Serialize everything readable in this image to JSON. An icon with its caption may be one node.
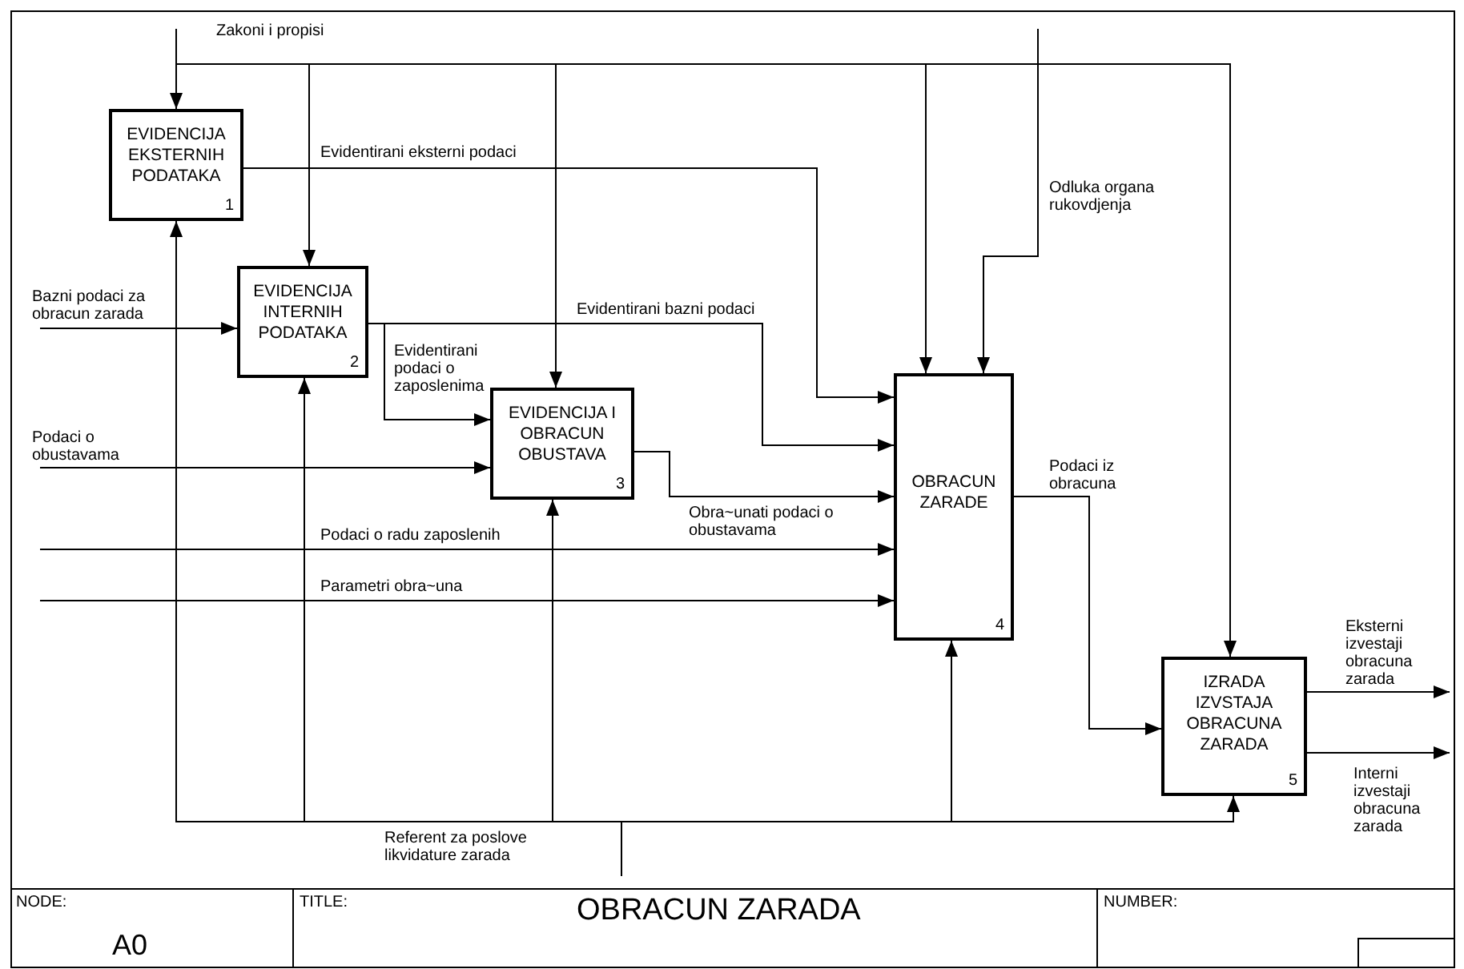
{
  "diagram": {
    "title": "OBRACUN ZARADA",
    "nodes": [
      {
        "text": [
          "EVIDENCIJA EKSTERNIH PODATAKA",
          "1"
        ]
      },
      {
        "text": [
          "EVIDENCIJA INTERNIH PODATAKA",
          "2"
        ]
      },
      {
        "text": [
          "EVIDENCIJA I OBRACUN OBUSTAVA",
          "3"
        ]
      },
      {
        "text": [
          "OBRACUN ZARADE",
          "4"
        ]
      },
      {
        "text": [
          "IZRADA IZVSTAJA OBRACUNA ZARADA",
          "5"
        ]
      }
    ],
    "edges": [
      {
        "from": null,
        "to": 0,
        "arrow": "to",
        "label": "Zakoni i propisi"
      },
      {
        "from": null,
        "to": 1,
        "arrow": "to"
      },
      {
        "from": null,
        "to": 2,
        "arrow": "to"
      },
      {
        "from": null,
        "to": 3,
        "arrow": "to"
      },
      {
        "from": null,
        "to": 4,
        "arrow": "to"
      },
      {
        "from": 0,
        "to": 3,
        "arrow": "to",
        "label": "Evidentirani eksterni podaci"
      },
      {
        "from": null,
        "to": 1,
        "arrow": "to",
        "label": "Bazni podaci za obracun zarada"
      },
      {
        "from": 1,
        "to": 3,
        "arrow": "to",
        "label": "Evidentirani bazni podaci"
      },
      {
        "from": 1,
        "to": 2,
        "arrow": "to",
        "label": "Evidentirani podaci o zaposlenima"
      },
      {
        "from": null,
        "to": 2,
        "arrow": "to",
        "label": "Podaci o obustavama"
      },
      {
        "from": 2,
        "to": 3,
        "arrow": "to",
        "label": "Obra~unati podaci o obustavama"
      },
      {
        "from": null,
        "to": 3,
        "arrow": "to",
        "label": "Podaci o radu zaposlenih"
      },
      {
        "from": null,
        "to": 3,
        "arrow": "to",
        "label": "Parametri obra~una"
      },
      {
        "from": null,
        "to": 3,
        "arrow": "to",
        "label": "Odluka organa rukovdjenja"
      },
      {
        "from": 3,
        "to": 4,
        "arrow": "to",
        "label": "Podaci iz obracuna"
      },
      {
        "from": 4,
        "to": null,
        "arrow": "to",
        "label": "Eksterni izvestaji obracuna zarada"
      },
      {
        "from": 4,
        "to": null,
        "arrow": "to",
        "label": "Interni izvestaji obracuna zarada"
      },
      {
        "from": null,
        "to": 0,
        "arrow": "to",
        "label": "Referent za poslove likvidature zarada"
      },
      {
        "from": null,
        "to": 1,
        "arrow": "to"
      },
      {
        "from": null,
        "to": 2,
        "arrow": "to"
      },
      {
        "from": null,
        "to": 3,
        "arrow": "to"
      },
      {
        "from": null,
        "to": 4,
        "arrow": "to"
      }
    ],
    "labels": [
      "NODE:",
      "A0",
      "TITLE:",
      "NUMBER:"
    ]
  }
}
